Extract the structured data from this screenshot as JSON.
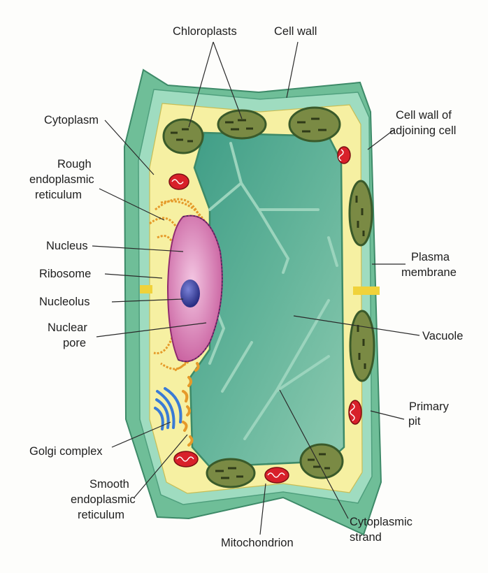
{
  "diagram": {
    "labels": {
      "chloroplasts": "Chloroplasts",
      "cell_wall": "Cell wall",
      "cytoplasm": "Cytoplasm",
      "cell_wall_adjoining_1": "Cell wall of",
      "cell_wall_adjoining_2": "adjoining cell",
      "rough_er_1": "Rough",
      "rough_er_2": "endoplasmic",
      "rough_er_3": "reticulum",
      "nucleus": "Nucleus",
      "ribosome": "Ribosome",
      "nucleolus": "Nucleolus",
      "nuclear_pore_1": "Nuclear",
      "nuclear_pore_2": "pore",
      "plasma_membrane_1": "Plasma",
      "plasma_membrane_2": "membrane",
      "vacuole": "Vacuole",
      "golgi": "Golgi complex",
      "primary_pit_1": "Primary",
      "primary_pit_2": "pit",
      "smooth_er_1": "Smooth",
      "smooth_er_2": "endoplasmic",
      "smooth_er_3": "reticulum",
      "cytoplasmic_strand_1": "Cytoplasmic",
      "cytoplasmic_strand_2": "strand",
      "mitochondrion": "Mitochondrion"
    },
    "colors": {
      "cell_wall": "#7fc9a4",
      "cell_wall_dark": "#4f9f7d",
      "cytoplasm": "#f6f0a2",
      "vacuole": "#5fae93",
      "nucleus": "#e8a6cf",
      "nucleolus": "#3a3f9c",
      "rough_er": "#e59a2a",
      "golgi": "#3a7bd5",
      "mitochondrion": "#d8202a",
      "chloroplast": "#6b7a3a"
    },
    "icons": [
      "chloroplast-icon",
      "mitochondrion-icon",
      "golgi-icon",
      "nucleus-icon"
    ]
  }
}
